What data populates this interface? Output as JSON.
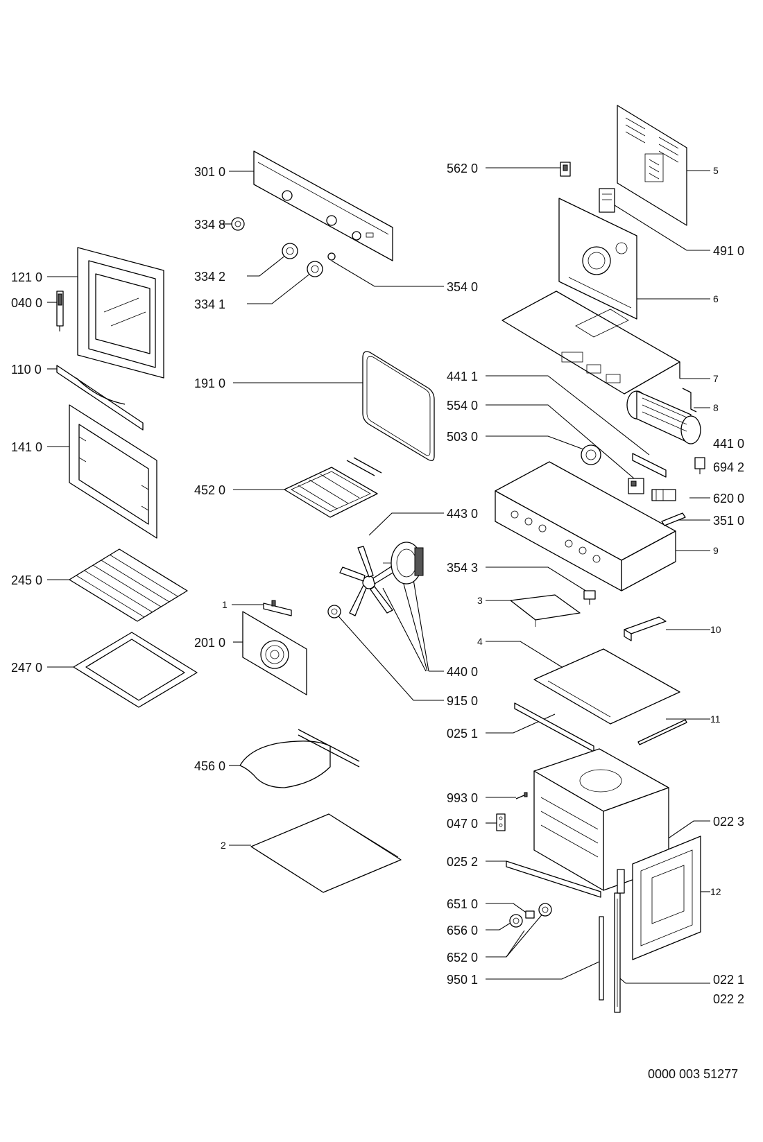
{
  "document_number": "0000 003 51277",
  "labels": {
    "l3010": "301 0",
    "l3348": "334 8",
    "l3342": "334 2",
    "l3341": "334 1",
    "l3540": "354 0",
    "l1210": "121 0",
    "l0400": "040 0",
    "l1100": "110 0",
    "l1410": "141 0",
    "l1910": "191 0",
    "l4520": "452 0",
    "l2450": "245 0",
    "l2470": "247 0",
    "l1": "1",
    "l2010": "201 0",
    "l4430": "443 0",
    "l4400": "440 0",
    "l9150": "915 0",
    "l4560": "456 0",
    "l2": "2",
    "l5620": "562 0",
    "l5": "5",
    "l4910": "491 0",
    "l6": "6",
    "l7": "7",
    "l8": "8",
    "l4411": "441 1",
    "l5540": "554 0",
    "l5030": "503 0",
    "l4410": "441 0",
    "l6942": "694 2",
    "l6200": "620 0",
    "l3510": "351 0",
    "l9": "9",
    "l3543": "354 3",
    "l3": "3",
    "l10": "10",
    "l4": "4",
    "l0251": "025 1",
    "l11": "11",
    "l9930": "993 0",
    "l0470": "047 0",
    "l0223": "022 3",
    "l0252": "025 2",
    "l12": "12",
    "l6510": "651 0",
    "l6560": "656 0",
    "l6520": "652 0",
    "l9501": "950 1",
    "l0221": "022 1",
    "l0222": "022 2"
  }
}
